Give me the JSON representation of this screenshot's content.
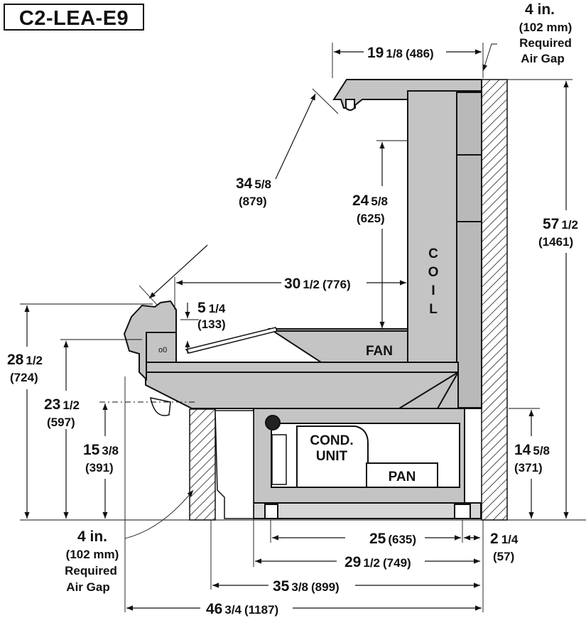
{
  "model": "C2-LEA-E9",
  "gap_top": {
    "v1": "4 in.",
    "v2": "(102 mm)",
    "v3": "Required",
    "v4": "Air Gap"
  },
  "gap_bottom": {
    "v1": "4 in.",
    "v2": "(102 mm)",
    "v3": "Required",
    "v4": "Air Gap"
  },
  "labels": {
    "fan": "FAN",
    "coil": [
      "C",
      "O",
      "I",
      "L"
    ],
    "cond1": "COND.",
    "cond2": "UNIT",
    "pan": "PAN"
  },
  "dims": {
    "top_depth": {
      "w": "19",
      "f": "1/8",
      "m": "(486)"
    },
    "diag": {
      "w": "34",
      "f": "5/8",
      "m": "(879)"
    },
    "inner_h": {
      "w": "24",
      "f": "5/8",
      "m": "(625)"
    },
    "shelf": {
      "w": "30",
      "f": "1/2",
      "m": "(776)"
    },
    "lip": {
      "w": "5",
      "f": "1/4",
      "m": "(133)"
    },
    "total_h": {
      "w": "57",
      "f": "1/2",
      "m": "(1461)"
    },
    "front_h": {
      "w": "28",
      "f": "1/2",
      "m": "(724)"
    },
    "deck_h": {
      "w": "23",
      "f": "1/2",
      "m": "(597)"
    },
    "base_front": {
      "w": "15",
      "f": "3/8",
      "m": "(391)"
    },
    "base_rear": {
      "w": "14",
      "f": "5/8",
      "m": "(371)"
    },
    "leg_span": {
      "w": "25",
      "f": "",
      "m": "(635)"
    },
    "leg_rear": {
      "w": "2",
      "f": "1/4",
      "m": "(57)"
    },
    "base_depth": {
      "w": "29",
      "f": "1/2",
      "m": "(749)"
    },
    "overall_35": {
      "w": "35",
      "f": "3/8",
      "m": "(899)"
    },
    "overall_46": {
      "w": "46",
      "f": "3/4",
      "m": "(1187)"
    }
  }
}
